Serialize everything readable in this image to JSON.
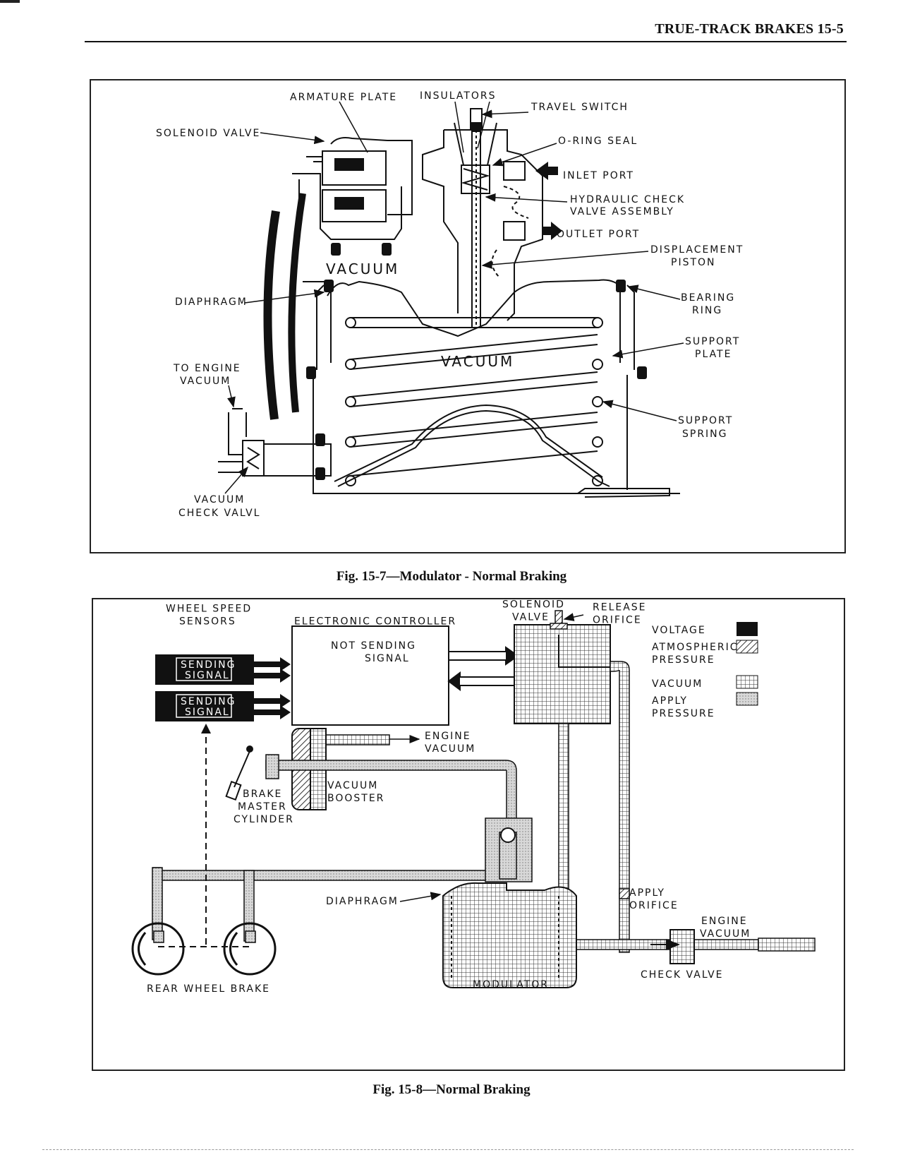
{
  "header": {
    "title": "TRUE-TRACK BRAKES 15-5"
  },
  "fig1": {
    "caption": "Fig. 15-7—Modulator - Normal Braking",
    "labels": {
      "armature_plate": "ARMATURE PLATE",
      "insulators": "INSULATORS",
      "travel_switch": "TRAVEL SWITCH",
      "solenoid_valve": "SOLENOID VALVE",
      "o_ring_seal": "O-RING SEAL",
      "inlet_port": "INLET PORT",
      "hydraulic_check_1": "HYDRAULIC CHECK",
      "hydraulic_check_2": "VALVE ASSEMBLY",
      "outlet_port": "OUTLET PORT",
      "displacement_1": "DISPLACEMENT",
      "displacement_2": "PISTON",
      "vacuum_upper": "VACUUM",
      "diaphragm": "DIAPHRAGM",
      "bearing_ring_1": "BEARING",
      "bearing_ring_2": "RING",
      "support_plate_1": "SUPPORT",
      "support_plate_2": "PLATE",
      "vacuum_lower": "VACUUM",
      "to_engine_1": "TO ENGINE",
      "to_engine_2": "VACUUM",
      "support_spring_1": "SUPPORT",
      "support_spring_2": "SPRING",
      "vacuum_check_1": "VACUUM",
      "vacuum_check_2": "CHECK VALVL"
    }
  },
  "fig2": {
    "caption": "Fig. 15-8—Normal Braking",
    "labels": {
      "wheel_speed_1": "WHEEL SPEED",
      "wheel_speed_2": "SENSORS",
      "electronic_controller": "ELECTRONIC CONTROLLER",
      "sending_1": "SENDING",
      "signal_1": "SIGNAL",
      "sending_2": "SENDING",
      "signal_2": "SIGNAL",
      "not_sending": "NOT SENDING",
      "not_sending_signal": "SIGNAL",
      "solenoid_1": "SOLENOID",
      "solenoid_2": "VALVE",
      "release_1": "RELEASE",
      "release_2": "ORIFICE",
      "engine_vacuum_1": "ENGINE",
      "engine_vacuum_2": "VACUUM",
      "brake_master_1": "BRAKE",
      "brake_master_2": "MASTER",
      "brake_master_3": "CYLINDER",
      "vacuum_booster_1": "VACUUM",
      "vacuum_booster_2": "BOOSTER",
      "diaphragm": "DIAPHRAGM",
      "apply_orifice_1": "APPLY",
      "apply_orifice_2": "ORIFICE",
      "engine_vacuum_r1": "ENGINE",
      "engine_vacuum_r2": "VACUUM",
      "check_valve": "CHECK VALVE",
      "modulator": "MODULATOR",
      "rear_wheel_brake": "REAR WHEEL BRAKE"
    },
    "legend": [
      {
        "label": "VOLTAGE",
        "label2": "",
        "pattern": "solid"
      },
      {
        "label": "ATMOSPHERIC",
        "label2": "PRESSURE",
        "pattern": "hatch"
      },
      {
        "label": "VACUUM",
        "label2": "",
        "pattern": "grid"
      },
      {
        "label": "APPLY",
        "label2": "PRESSURE",
        "pattern": "stipple"
      }
    ]
  }
}
